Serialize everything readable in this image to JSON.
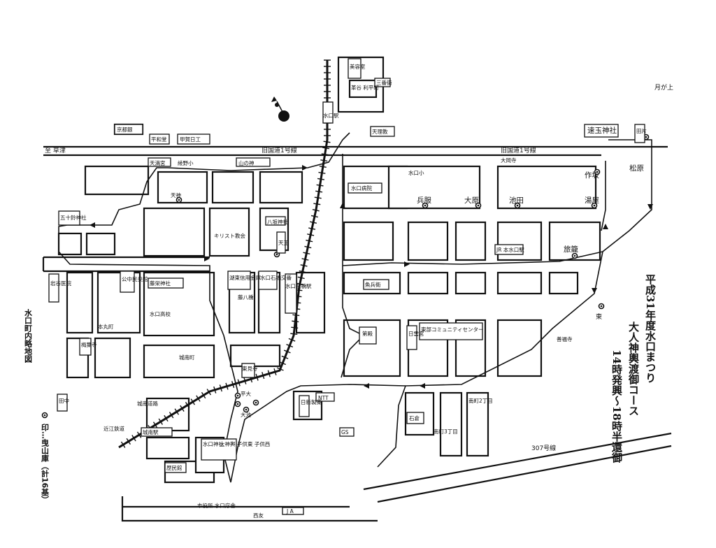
{
  "title": {
    "line1": "平成31年度水口まつり",
    "line2": "大人神輿渡御コース",
    "line3": "14時発興～18時半還御"
  },
  "legend": {
    "heading": "水口町内略地図",
    "key": "印…曳山庫（計16基）"
  },
  "labels": {
    "to_kusatsu": "至 草津",
    "kyutokaido_w": "旧国道1号線",
    "kyutokaido_e": "旧国道1号線",
    "route307": "307号線",
    "tsukigakami": "月が上",
    "east": "東",
    "minakuchi_sho": "水口小",
    "minakuchi_byoin": "水口病院",
    "tenrikyo": "天理教",
    "biyoshitsu": "美容室",
    "sanbankai": "三番街",
    "takeyoshi": "革谷 利平町",
    "kyotogin": "京都銀",
    "heiwado": "平和堂",
    "koga_nichiko": "甲賀日工",
    "ayano_sho": "綾野小",
    "yamanokami": "山の神",
    "tenmangu": "天満宮",
    "tenjin": "天神",
    "isogami": "五十鈴神社",
    "kirisuto": "キリスト教会",
    "tenno": "天王",
    "yasaka": "八坂神社",
    "kouchuo": "公中民央館",
    "fujieisha": "藤栄神社",
    "minakuchi_koko": "水口高校",
    "kotoshinyou": "湖東信用金庫",
    "minakuchi_ishibashi_station": "水口石橋駅",
    "minakuchi_ishibashi_koban": "水口石橋交番",
    "fujiyahashi": "藤八橋",
    "sakanahyoe": "魚兵衛",
    "nishi_tokyo": "第殿",
    "nichiunmiya": "日雲宮",
    "tobucommu": "東部コミュニティセンター",
    "hyogo": "兵服",
    "ohara": "大原",
    "ikeda": "池田",
    "yuya": "湯屋",
    "sakusaka": "作坂",
    "matsubara": "松原",
    "tagata": "田片",
    "hayatama": "速玉神社",
    "daiganji": "大岡寺",
    "jr_minakuchi": "JR 本水口駅",
    "hatago": "旅籠",
    "zenpukuji": "善福寺",
    "iwatani": "岩谷医院",
    "honmarucho": "本丸町",
    "baishoji": "梅葉寺",
    "tanaka": "田中",
    "jonancho": "城南町",
    "tokyoji": "東見寺",
    "jonanmichi": "城南道路",
    "omi_tetsudo": "近江鉄道",
    "jonan_station": "城南駅",
    "heidai": "平大",
    "mizukuchijinja": "水口神社",
    "ojimikoshi": "大神輿 子供東 子供西",
    "ohashi": "大池",
    "rekiminkan": "歴民館",
    "shiyakusho": "市役所 水口庁舎",
    "nishitomo": "西友",
    "ja": "J A",
    "nittoseiyaku": "日新製薬",
    "ntt": "NTT",
    "gs": "GS",
    "ishikura": "石倉",
    "minami2": "南町2丁目",
    "minami3": "南町3丁目",
    "nishi_yu": "西友",
    "station_minakuchi": "水口駅"
  },
  "colors": {
    "ink": "#111111",
    "paper": "#ffffff"
  }
}
